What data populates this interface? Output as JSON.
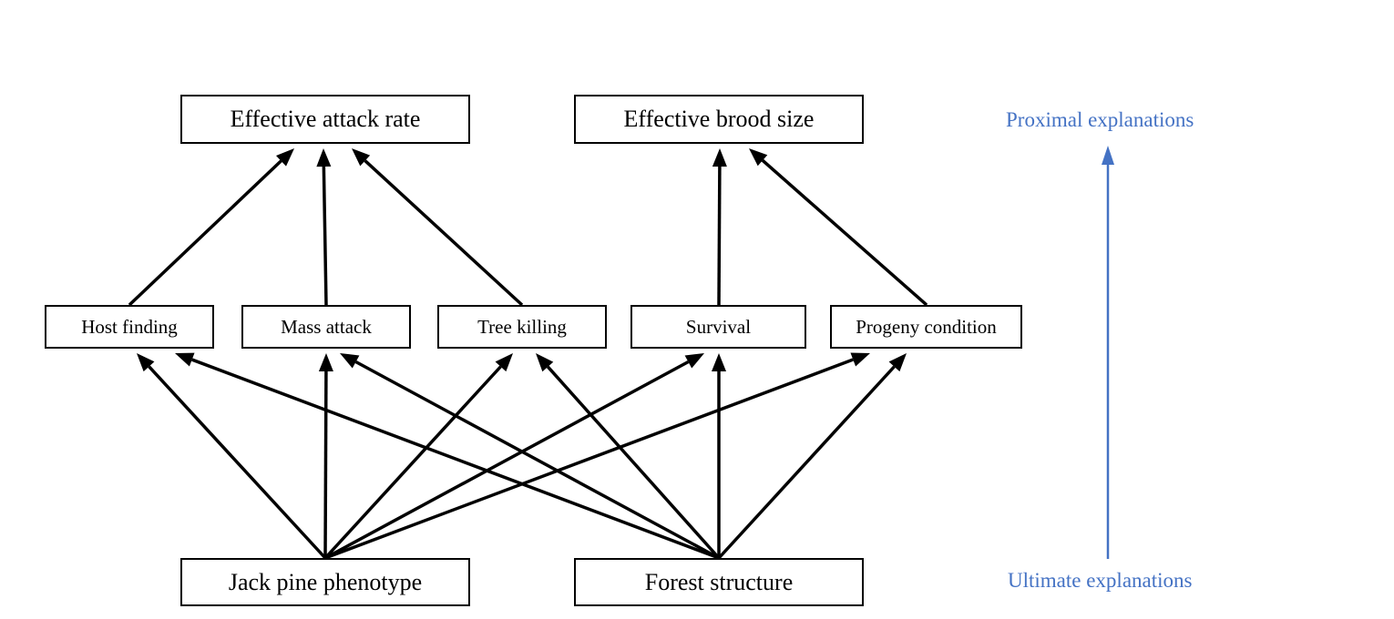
{
  "diagram": {
    "top_nodes": [
      {
        "id": "attack",
        "label": "Effective attack rate"
      },
      {
        "id": "brood",
        "label": "Effective brood size"
      }
    ],
    "middle_nodes": [
      {
        "id": "host",
        "label": "Host finding"
      },
      {
        "id": "mass",
        "label": "Mass attack"
      },
      {
        "id": "tree",
        "label": "Tree killing"
      },
      {
        "id": "surv",
        "label": "Survival"
      },
      {
        "id": "prog",
        "label": "Progeny condition"
      }
    ],
    "bottom_nodes": [
      {
        "id": "jack",
        "label": "Jack pine phenotype"
      },
      {
        "id": "forest",
        "label": "Forest structure"
      }
    ],
    "edges": [
      {
        "from": "host",
        "to": "attack"
      },
      {
        "from": "mass",
        "to": "attack"
      },
      {
        "from": "tree",
        "to": "attack"
      },
      {
        "from": "surv",
        "to": "brood"
      },
      {
        "from": "prog",
        "to": "brood"
      },
      {
        "from": "jack",
        "to": "host"
      },
      {
        "from": "jack",
        "to": "mass"
      },
      {
        "from": "jack",
        "to": "tree"
      },
      {
        "from": "jack",
        "to": "surv"
      },
      {
        "from": "jack",
        "to": "prog"
      },
      {
        "from": "forest",
        "to": "host"
      },
      {
        "from": "forest",
        "to": "mass"
      },
      {
        "from": "forest",
        "to": "tree"
      },
      {
        "from": "forest",
        "to": "surv"
      },
      {
        "from": "forest",
        "to": "prog"
      }
    ],
    "scale": {
      "top_label": "Proximal explanations",
      "bottom_label": "Ultimate explanations",
      "color": "#4472c4"
    },
    "edge_color": "#000000"
  }
}
